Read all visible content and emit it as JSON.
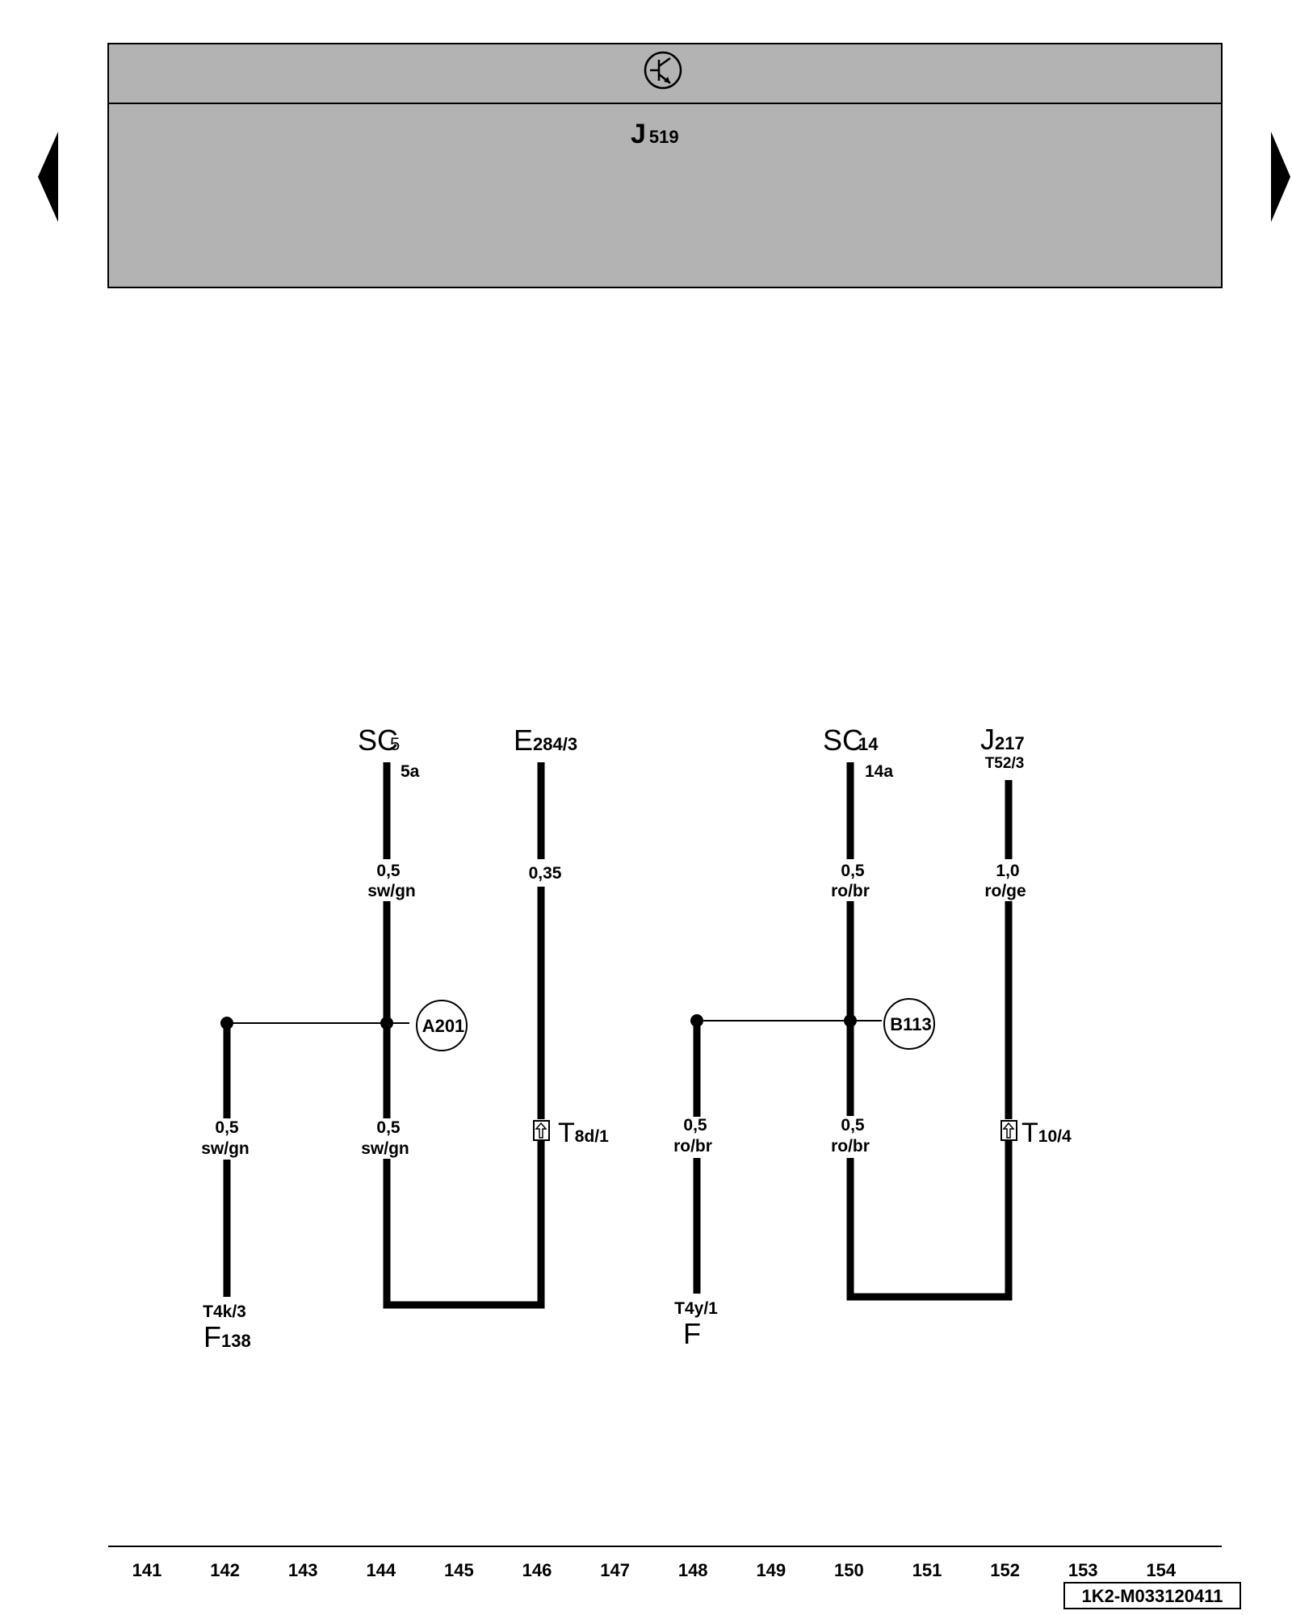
{
  "header": {
    "symbol": "transistor-circle-icon",
    "module_main": "J",
    "module_sub": "519",
    "band_color": "#b3b3b3"
  },
  "nav": {
    "prev": "triangle-left-icon",
    "next": "triangle-right-icon"
  },
  "wires": {
    "sc5": {
      "main": "SC",
      "sub": "5",
      "pin": "5a",
      "size": "0,5",
      "color": "sw/gn"
    },
    "e284": {
      "main": "E",
      "sub": "284/3",
      "size": "0,35"
    },
    "sc14": {
      "main": "SC",
      "sub": "14",
      "pin": "14a",
      "size": "0,5",
      "color": "ro/br"
    },
    "j217": {
      "main": "J",
      "sub": "217",
      "pin": "T52/3",
      "size": "1,0",
      "color": "ro/ge"
    },
    "a_branch_left": {
      "size": "0,5",
      "color": "sw/gn"
    },
    "a_branch_mid": {
      "size": "0,5",
      "color": "sw/gn"
    },
    "b_branch_left": {
      "size": "0,5",
      "color": "ro/br"
    },
    "b_branch_mid": {
      "size": "0,5",
      "color": "ro/br"
    }
  },
  "junctions": {
    "a": "A201",
    "b": "B113"
  },
  "connectors": {
    "t8d": {
      "main": "T",
      "sub": "8d/1"
    },
    "t10": {
      "main": "T",
      "sub": "10/4"
    }
  },
  "components": {
    "f138": {
      "pin": "T4k/3",
      "main": "F",
      "sub": "138"
    },
    "f": {
      "pin": "T4y/1",
      "main": "F"
    }
  },
  "footer": {
    "columns": [
      "141",
      "142",
      "143",
      "144",
      "145",
      "146",
      "147",
      "148",
      "149",
      "150",
      "151",
      "152",
      "153",
      "154"
    ],
    "doc_id": "1K2-M033120411"
  }
}
